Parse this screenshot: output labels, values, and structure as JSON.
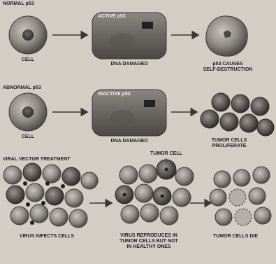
{
  "row1": {
    "heading": "NORMAL p53",
    "cell_label": "CELL",
    "box_tag": "ACTIVE p53",
    "box_label": "DNA DAMAGED",
    "result_label_1": "p53 CAUSES",
    "result_label_2": "SELF-DESTRUCTION"
  },
  "row2": {
    "heading": "ABNORMAL p53",
    "cell_label": "CELL",
    "box_tag": "INACTIVE p53",
    "box_label": "DNA DAMAGED",
    "result_label_1": "TUMOR CELLS",
    "result_label_2": "PROLIFERATE"
  },
  "row3": {
    "heading": "VIRAL VECTOR TREATMENT",
    "tumor_cell_label": "TUMOR CELL",
    "stage1_label": "VIRUS INFECTS CELLS",
    "stage2_label_1": "VIRUS REPRODUCES IN",
    "stage2_label_2": "TUMOR CELLS BUT NOT",
    "stage2_label_3": "IN HEALTHY ONES",
    "stage3_label": "TUMOR CELLS DIE"
  },
  "colors": {
    "background": "#d2cec6",
    "cell_fill": "#8d8a84",
    "tumor_cell_fill": "#5e5a56",
    "box_fill": "#6f6b66",
    "ink": "#1d1d1d"
  },
  "icons": [
    "arrow-right-icon",
    "cell-icon",
    "tumor-cell-icon",
    "virus-icon"
  ]
}
